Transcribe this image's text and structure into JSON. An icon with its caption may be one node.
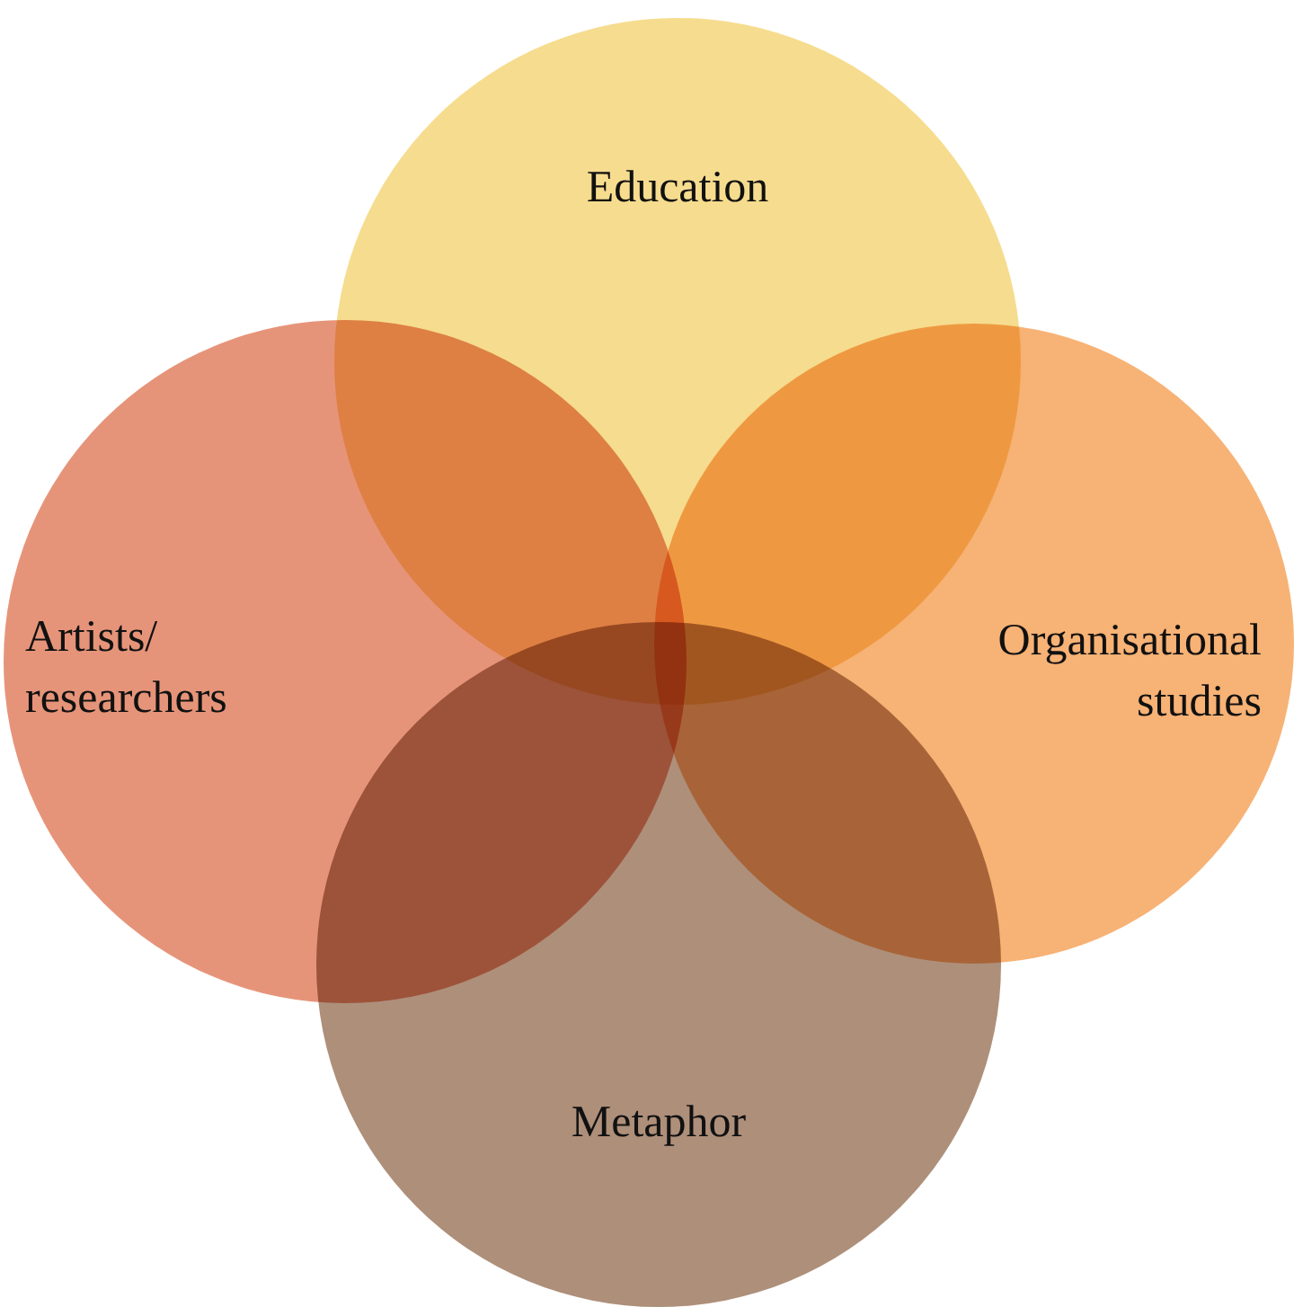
{
  "diagram": {
    "nodes": [
      {
        "text": [
          "Education"
        ]
      },
      {
        "text": [
          "Artists/ researchers"
        ]
      },
      {
        "text": [
          "Organisational studies"
        ]
      },
      {
        "text": [
          "Metaphor"
        ]
      }
    ]
  }
}
